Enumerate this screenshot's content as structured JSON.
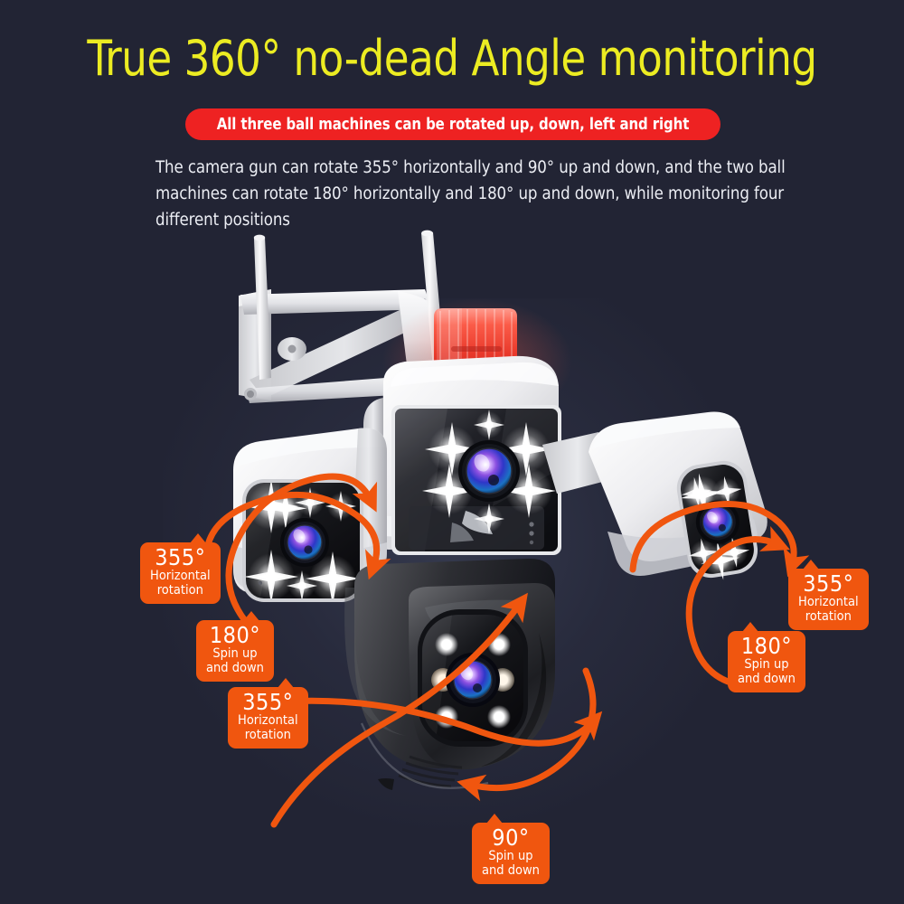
{
  "theme": {
    "background": "#222434",
    "headline_color": "#ecec22",
    "badge_color": "#ee2222",
    "callout_color": "#f0560f",
    "arrow_color": "#f0560f",
    "body_text_color": "#eceef4"
  },
  "header": {
    "headline": "True 360° no-dead Angle monitoring",
    "badge": "All three ball machines can be rotated up, down, left and right",
    "paragraph": "The camera gun can rotate 355° horizontally and 90° up and down, and the two ball machines can rotate 180° horizontally and 180° up and down, while monitoring four different positions"
  },
  "callouts": [
    {
      "id": "left-horizontal",
      "degrees": "355°",
      "line1": "Horizontal",
      "line2": "rotation",
      "tail": "right"
    },
    {
      "id": "left-spin",
      "degrees": "180°",
      "line1": "Spin up",
      "line2": "and down",
      "tail": "right"
    },
    {
      "id": "dome-horizontal",
      "degrees": "355°",
      "line1": "Horizontal",
      "line2": "rotation",
      "tail": "right"
    },
    {
      "id": "right-horizontal",
      "degrees": "355°",
      "line1": "Horizontal",
      "line2": "rotation",
      "tail": "left"
    },
    {
      "id": "right-spin",
      "degrees": "180°",
      "line1": "Spin up",
      "line2": "and down",
      "tail": "left"
    },
    {
      "id": "dome-spin",
      "degrees": "90°",
      "line1": "Spin up",
      "line2": "and down",
      "tail": "left"
    }
  ],
  "product": {
    "name": "multi-lens-ptz-security-camera",
    "parts": [
      "wall-mount-bracket",
      "antenna-left",
      "antenna-right",
      "red-strobe-beacon",
      "center-camera-module",
      "left-camera-head",
      "right-camera-head",
      "black-ptz-dome"
    ]
  }
}
